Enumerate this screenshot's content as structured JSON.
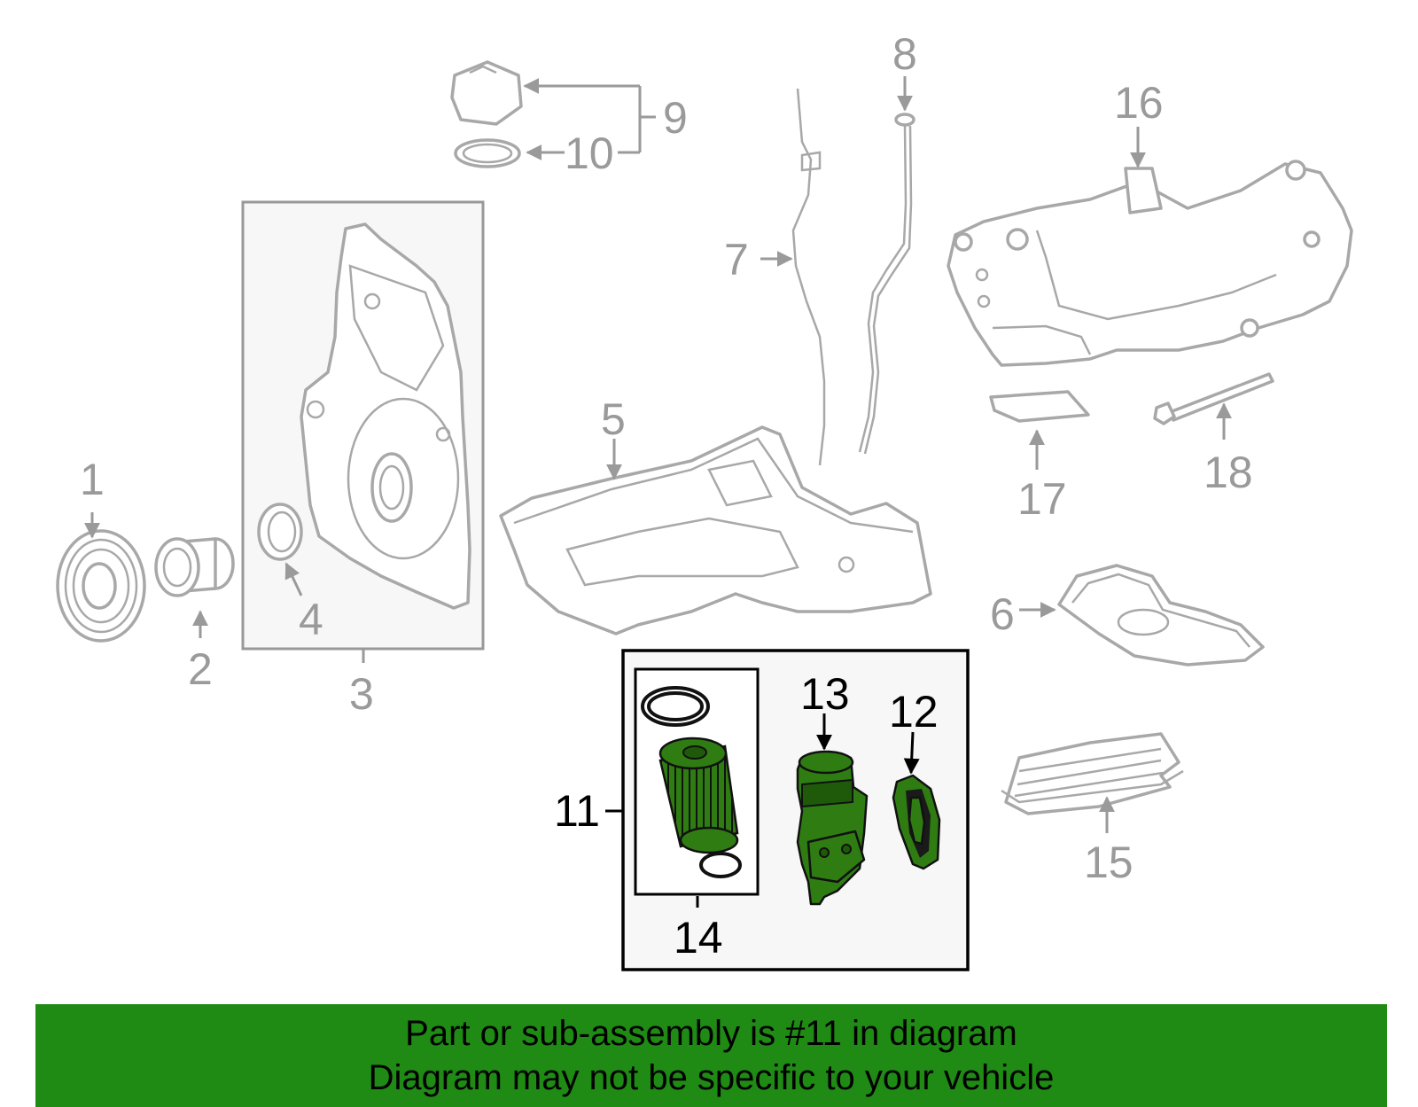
{
  "callouts": {
    "c1": "1",
    "c2": "2",
    "c3": "3",
    "c4": "4",
    "c5": "5",
    "c6": "6",
    "c7": "7",
    "c8": "8",
    "c9": "9",
    "c10": "10",
    "c11": "11",
    "c12": "12",
    "c13": "13",
    "c14": "14",
    "c15": "15",
    "c16": "16",
    "c17": "17",
    "c18": "18"
  },
  "banner": {
    "line1": "Part or sub-assembly is #11 in diagram",
    "line2": "Diagram may not be specific to your vehicle"
  },
  "colors": {
    "highlight_part": "#2f7d12",
    "banner_background": "#1f8a14",
    "inactive_part": "#a8a8a8"
  }
}
